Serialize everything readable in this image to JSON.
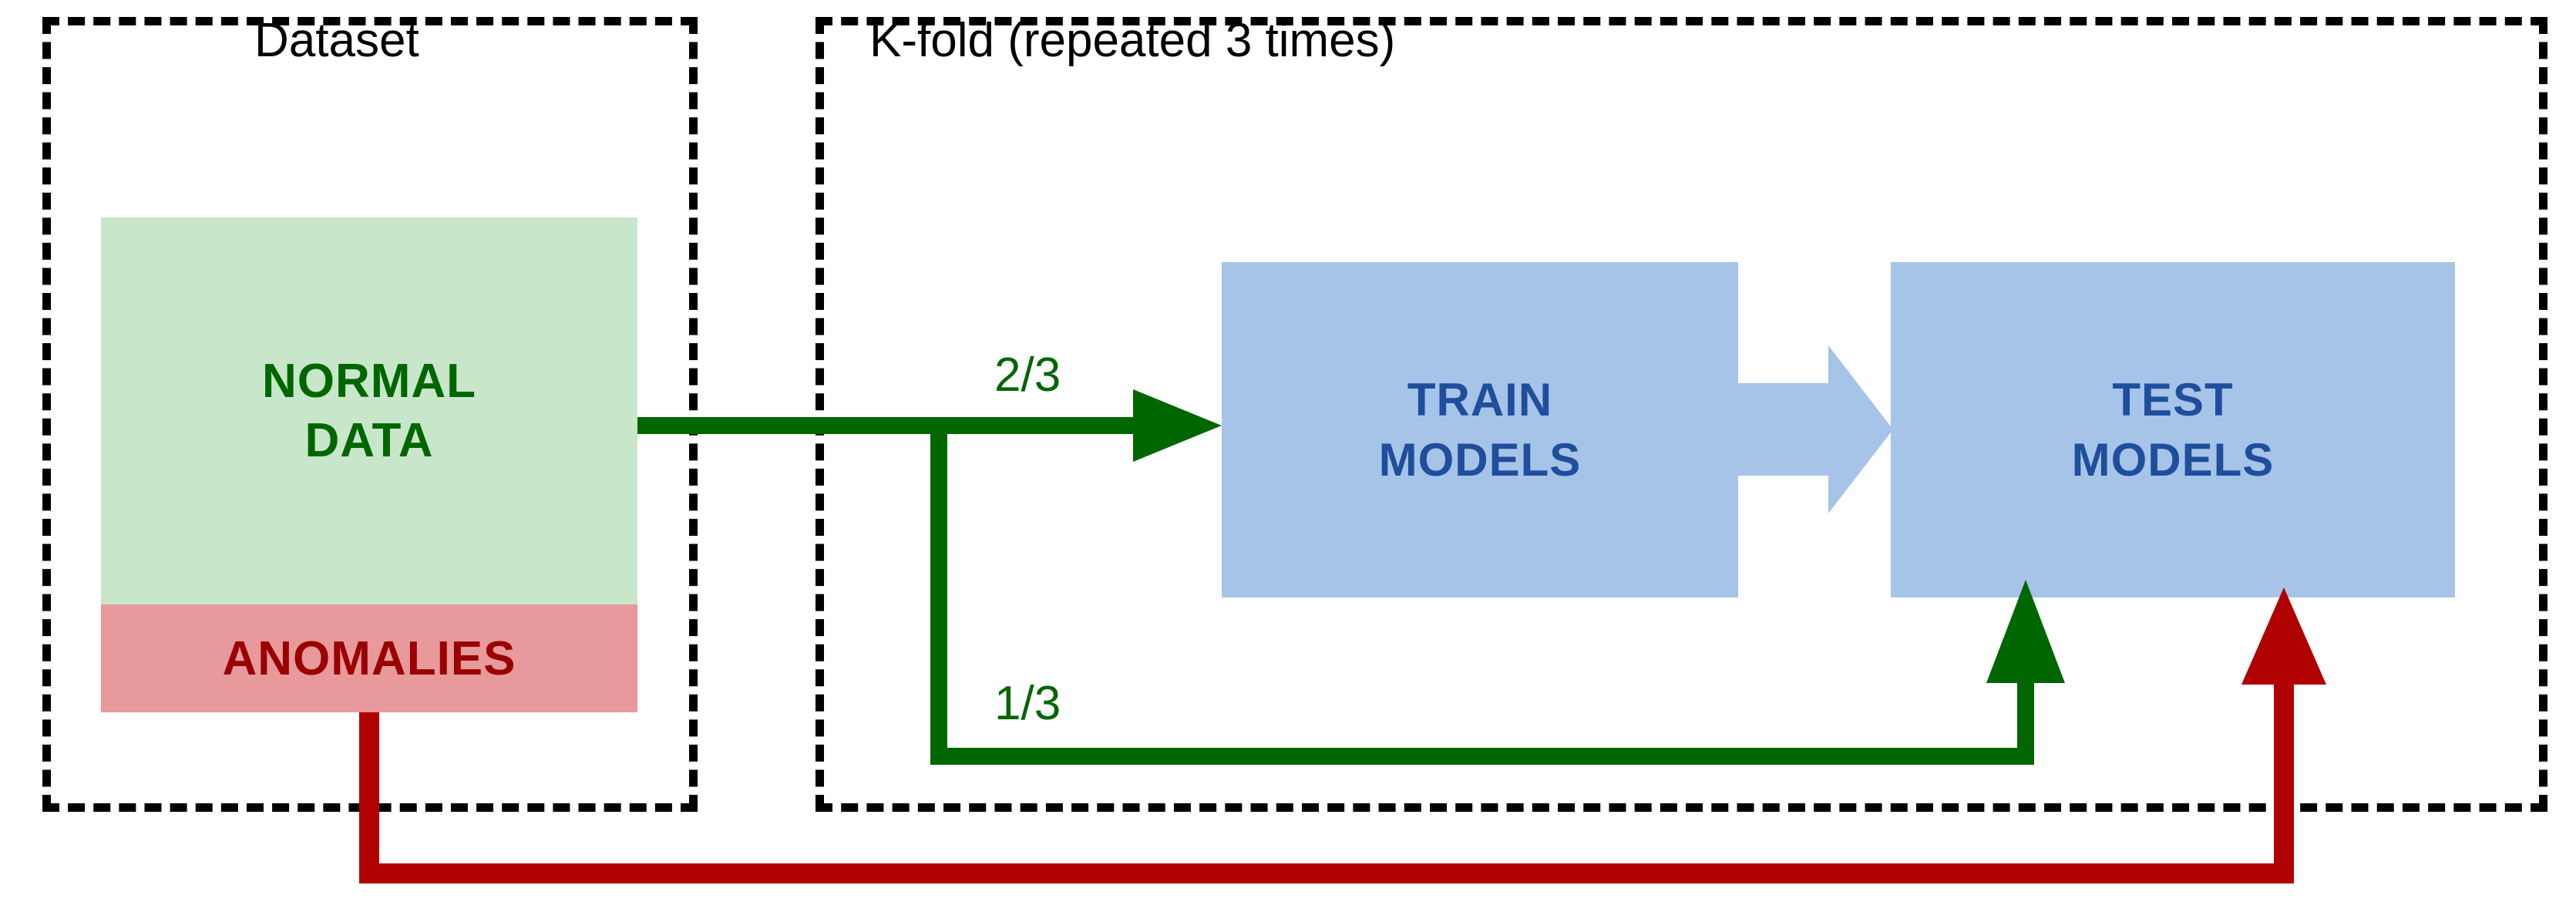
{
  "diagram": {
    "title_groups": [
      {
        "id": "dataset",
        "label": "Dataset"
      },
      {
        "id": "kfold",
        "label": "K-fold (repeated 3 times)"
      }
    ],
    "dataset_box": {
      "normal_line1": "NORMAL",
      "normal_line2": "DATA",
      "anomalies": "ANOMALIES"
    },
    "model_boxes": [
      {
        "id": "train",
        "line1": "TRAIN",
        "line2": "MODELS"
      },
      {
        "id": "test",
        "line1": "TEST",
        "line2": "MODELS"
      }
    ],
    "edge_labels": {
      "train_split": "2/3",
      "test_split": "1/3"
    },
    "colors": {
      "normal_fill": "#c8e6c9",
      "normal_text": "#006600",
      "anomalies_fill": "#e8999b",
      "anomalies_text": "#9a0000",
      "model_fill": "#a6c4e8",
      "model_text": "#1f4e9c",
      "green_arrow": "#006600",
      "red_arrow": "#b00000",
      "group_border": "#000000"
    }
  }
}
